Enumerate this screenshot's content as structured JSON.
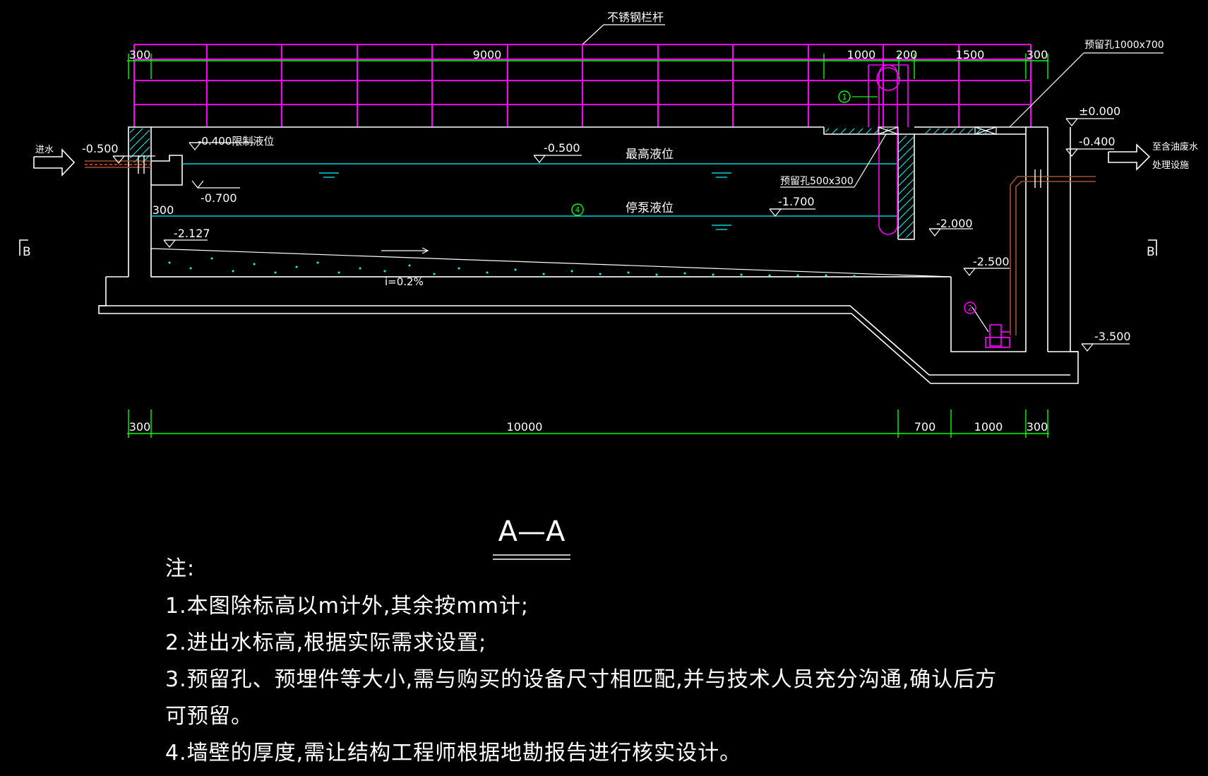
{
  "labels": {
    "railing": "不锈钢栏杆",
    "opening_large": "预留孔1000x700",
    "opening_small": "预留孔500x300",
    "inlet": "进水",
    "outlet_line1": "至含油废水",
    "outlet_line2": "处理设施",
    "max_level": "最高液位",
    "stop_level": "停泵液位",
    "limit_level": "-0.400限制液位",
    "slope": "i=0.2%",
    "section_mark": "B",
    "callout_1": "1",
    "callout_2": "2",
    "callout_4": "4"
  },
  "elevations": {
    "e_000": "±0.000",
    "e_inlet": "-0.500",
    "e_0700": "-0.700",
    "e_maxlevel": "-0.500",
    "e_outlet": "-0.400",
    "e_1700": "-1.700",
    "e_2000": "-2.000",
    "e_2127": "-2.127",
    "e_2500": "-2.500",
    "e_3500": "-3.500"
  },
  "dims_top": [
    "300",
    "9000",
    "1000",
    "200",
    "1500",
    "300"
  ],
  "dims_bottom": [
    "300",
    "10000",
    "700",
    "1000",
    "300"
  ],
  "dim_inner": "300",
  "section_title": "A—A",
  "notes": {
    "heading": "注:",
    "n1": "1.本图除标高以m计外,其余按mm计;",
    "n2": "2.进出水标高,根据实际需求设置;",
    "n3a": "3.预留孔、预埋件等大小,需与购买的设备尺寸相匹配,并与技术人员充分沟通,确认后方",
    "n3b": "可预留。",
    "n4": "4.墙壁的厚度,需让结构工程师根据地勘报告进行核实设计。"
  },
  "colors": {
    "structure": "#ffffff",
    "railing": "#ff00ff",
    "dimension": "#00ff00",
    "water": "#00ffff",
    "pipe": "#a0522d"
  }
}
